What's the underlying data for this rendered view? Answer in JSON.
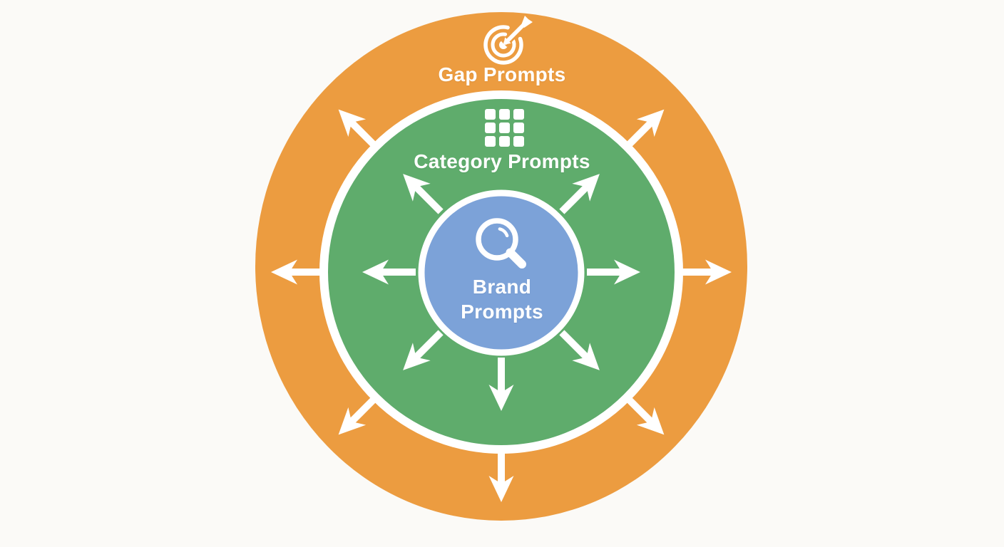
{
  "page": {
    "background_color": "#FBFAF7"
  },
  "diagram": {
    "border_color": "#FFFFFF",
    "icon_color": "#FFFFFF",
    "text_color": "#FFFFFF",
    "rings": [
      {
        "name": "outer-ring",
        "label": "Gap Prompts",
        "color": "#EC9C40",
        "icon": "target-icon"
      },
      {
        "name": "middle-ring",
        "label": "Category Prompts",
        "color": "#5FAC6C",
        "icon": "category-grid-icon"
      },
      {
        "name": "center-circle",
        "label": "Brand Prompts",
        "label_lines": [
          "Brand",
          "Prompts"
        ],
        "color": "#7CA2D8",
        "icon": "search-icon"
      }
    ],
    "arrows": {
      "color": "#FFFFFF",
      "directions": [
        {
          "name": "ne",
          "angle_deg": 45
        },
        {
          "name": "e",
          "angle_deg": 0
        },
        {
          "name": "se",
          "angle_deg": -45
        },
        {
          "name": "s",
          "angle_deg": -90
        },
        {
          "name": "sw",
          "angle_deg": -135
        },
        {
          "name": "w",
          "angle_deg": 180
        },
        {
          "name": "nw",
          "angle_deg": 135
        }
      ],
      "sets": [
        {
          "name": "inner-arrows",
          "r_start": 120,
          "r_tip": 195
        },
        {
          "name": "outer-arrows",
          "r_start": 253,
          "r_tip": 323
        }
      ]
    }
  }
}
